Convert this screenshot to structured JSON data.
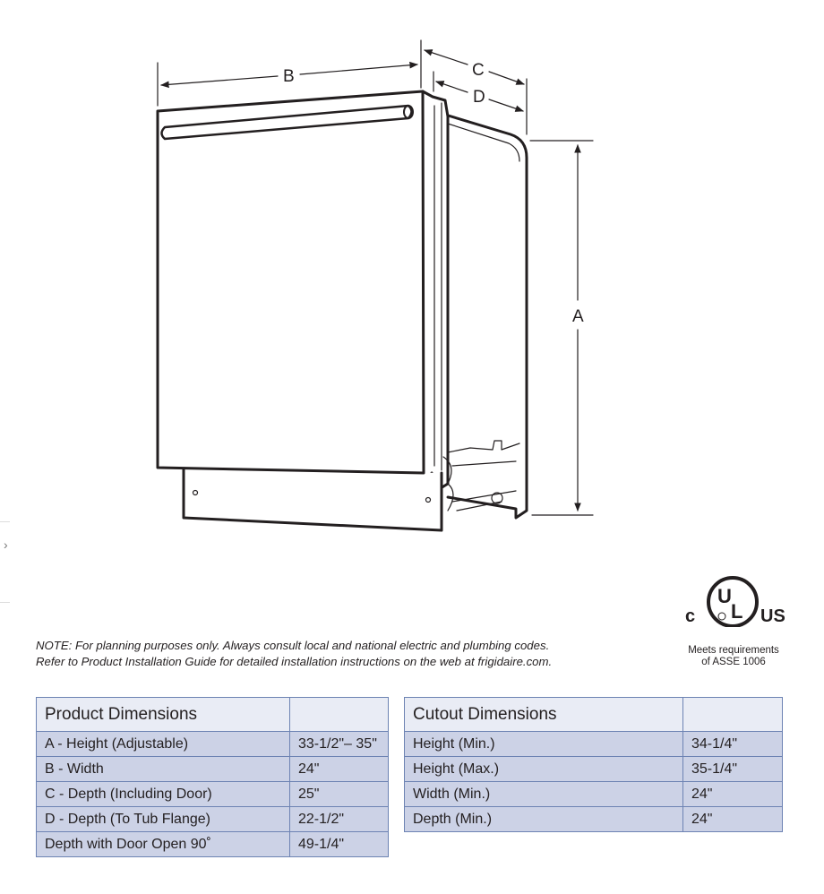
{
  "diagram": {
    "labels": {
      "a": "A",
      "b": "B",
      "c": "C",
      "d": "D"
    }
  },
  "certification": {
    "logo_text": "cULus",
    "caption_line1": "Meets requirements",
    "caption_line2": "of ASSE 1006"
  },
  "note": {
    "line1": "NOTE: For planning purposes only. Always consult local and national electric and plumbing codes.",
    "line2": "Refer to Product Installation Guide for detailed installation instructions on the web at frigidaire.com."
  },
  "product_dimensions": {
    "title": "Product Dimensions",
    "rows": [
      {
        "label": "A - Height (Adjustable)",
        "value": "33-1/2\"– 35\""
      },
      {
        "label": "B - Width",
        "value": "24\""
      },
      {
        "label": "C - Depth (Including Door)",
        "value": "25\""
      },
      {
        "label": "D - Depth (To Tub Flange)",
        "value": "22-1/2\""
      },
      {
        "label": "Depth with Door Open 90˚",
        "value": "49-1/4\""
      }
    ]
  },
  "cutout_dimensions": {
    "title": "Cutout Dimensions",
    "rows": [
      {
        "label": "Height (Min.)",
        "value": "34-1/4\""
      },
      {
        "label": "Height (Max.)",
        "value": "35-1/4\""
      },
      {
        "label": "Width  (Min.)",
        "value": "24\""
      },
      {
        "label": "Depth  (Min.)",
        "value": "24\""
      }
    ]
  },
  "side_nav": {
    "chevron": "›"
  }
}
